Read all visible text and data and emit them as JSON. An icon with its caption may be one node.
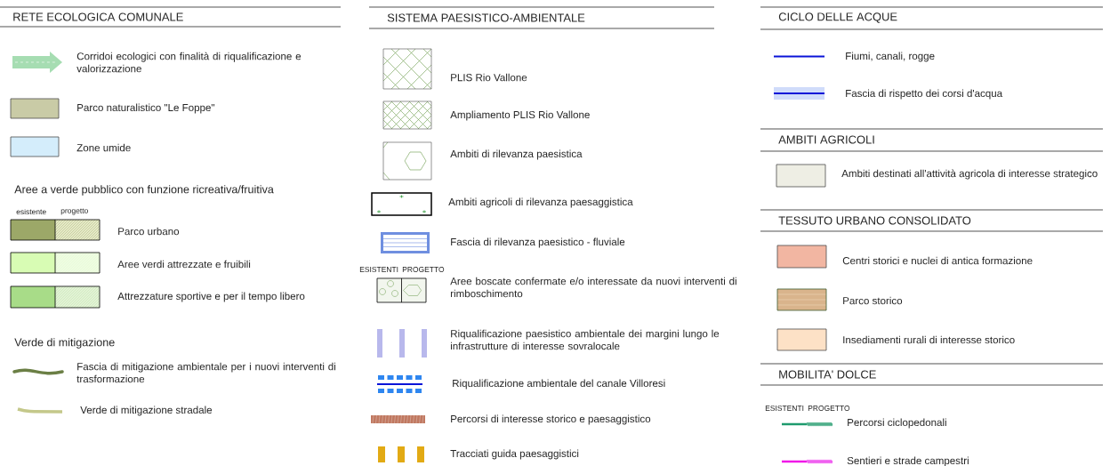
{
  "diagram": {
    "labels": [
      "RETE ECOLOGICA COMUNALE",
      "Aree a verde pubblico con funzione ricreativa/fruitiva",
      "esistente",
      "progetto",
      "Verde di mitigazione",
      "SISTEMA PAESISTICO-AMBIENTALE",
      "ESISTENTI",
      "PROGETTO",
      "CICLO DELLE ACQUE",
      "AMBITI AGRICOLI",
      "TESSUTO URBANO CONSOLIDATO",
      "MOBILITA' DOLCE",
      "ESISTENTI",
      "PROGETTO"
    ],
    "legend": [
      {
        "text": "Corridoi ecologici con finalità di riqualificazione e valorizzazione"
      },
      {
        "text": "Parco naturalistico \"Le Foppe\"",
        "color": "#c9cba6"
      },
      {
        "text": "Zone umide",
        "color": "#d4edfb"
      },
      {
        "text": "Parco urbano"
      },
      {
        "text": "Aree verdi attrezzate e fruibili"
      },
      {
        "text": "Attrezzature sportive e per il tempo libero"
      },
      {
        "text": "Fascia di mitigazione ambientale per i nuovi interventi di trasformazione"
      },
      {
        "text": "Verde di mitigazione stradale"
      },
      {
        "text": "PLIS Rio Vallone"
      },
      {
        "text": "Ampliamento PLIS Rio Vallone"
      },
      {
        "text": "Ambiti di rilevanza paesistica"
      },
      {
        "text": "Ambiti agricoli di rilevanza paesaggistica"
      },
      {
        "text": "Fascia di rilevanza paesistico - fluviale"
      },
      {
        "text": "Aree boscate confermate e/o interessate da nuovi interventi di rimboschimento"
      },
      {
        "text": "Riqualificazione paesistico ambientale dei margini lungo le infrastrutture di interesse sovralocale"
      },
      {
        "text": "Riqualificazione ambientale del canale Villoresi"
      },
      {
        "text": "Percorsi di interesse storico e paesaggistico"
      },
      {
        "text": "Tracciati guida paesaggistici"
      },
      {
        "text": "Fiumi, canali, rogge"
      },
      {
        "text": "Fascia di rispetto dei corsi d'acqua"
      },
      {
        "text": "Ambiti destinati all'attività agricola di interesse strategico",
        "color": "#eeeee4"
      },
      {
        "text": "Centri storici e nuclei di antica formazione",
        "color": "#f2b6a2"
      },
      {
        "text": "Parco storico"
      },
      {
        "text": "Insediamenti rurali di interesse storico",
        "color": "#fde1c6"
      },
      {
        "text": "Percorsi ciclopedonali"
      },
      {
        "text": "Sentieri e strade campestri"
      }
    ]
  }
}
